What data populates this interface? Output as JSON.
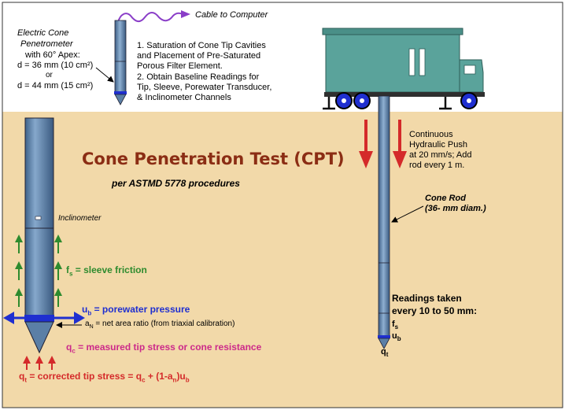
{
  "title": "Cone Penetration Test (CPT)",
  "subtitle": "per ASTMD 5778 procedures",
  "cable_label": "Cable to Computer",
  "penetrometer": {
    "line1": "Electric Cone",
    "line2": "Penetrometer",
    "line3": "with 60° Apex:",
    "line4": "d = 36 mm (10 cm²)",
    "line5": "or",
    "line6": "d = 44 mm (15 cm²)"
  },
  "steps": {
    "s1a": "1.  Saturation of Cone Tip Cavities",
    "s1b": "and Placement of Pre-Saturated",
    "s1c": "Porous Filter Element.",
    "s2a": "2.  Obtain Baseline Readings for",
    "s2b": "Tip, Sleeve, Porewater Transducer,",
    "s2c": "& Inclinometer Channels"
  },
  "push": {
    "line1": "Continuous",
    "line2": "Hydraulic Push",
    "line3": "at 20 mm/s; Add",
    "line4": "rod every 1 m."
  },
  "cone_rod": {
    "line1": "Cone Rod",
    "line2": "(36- mm diam.)"
  },
  "readings": {
    "line1": "Readings taken",
    "line2": "every 10 to 50 mm:"
  },
  "sym": {
    "f": "f",
    "fsub": "s",
    "u": "u",
    "usub": "b",
    "q": "q",
    "qsub": "t"
  },
  "inclinometer": "Inclinometer",
  "legend": {
    "fs": {
      "sym": "f",
      "sub": "s",
      "text": " = sleeve friction"
    },
    "ub": {
      "sym": "u",
      "sub": "b",
      "text": " = porewater pressure"
    },
    "an": {
      "sym": "a",
      "sub": "N",
      "text": " = net area ratio (from triaxial calibration)"
    },
    "qc": {
      "sym": "q",
      "sub": "c",
      "text": " = measured tip stress or cone resistance"
    },
    "qt": {
      "p1": "q",
      "p1sub": "t",
      "p2": " = corrected tip stress = q",
      "p2sub": "c",
      "p3": " + (1-a",
      "p3sub": "n",
      "p4": ")u",
      "p4sub": "b"
    }
  },
  "colors": {
    "soil": "#f2d9a9",
    "truck": "#5aa39b",
    "rod": "#5b7fa6",
    "title": "#8b2d14",
    "green": "#2e8b2e",
    "blue": "#1f2fd0",
    "magenta": "#cc2a8a",
    "red": "#d42a2a",
    "purple": "#8a3ec8"
  }
}
